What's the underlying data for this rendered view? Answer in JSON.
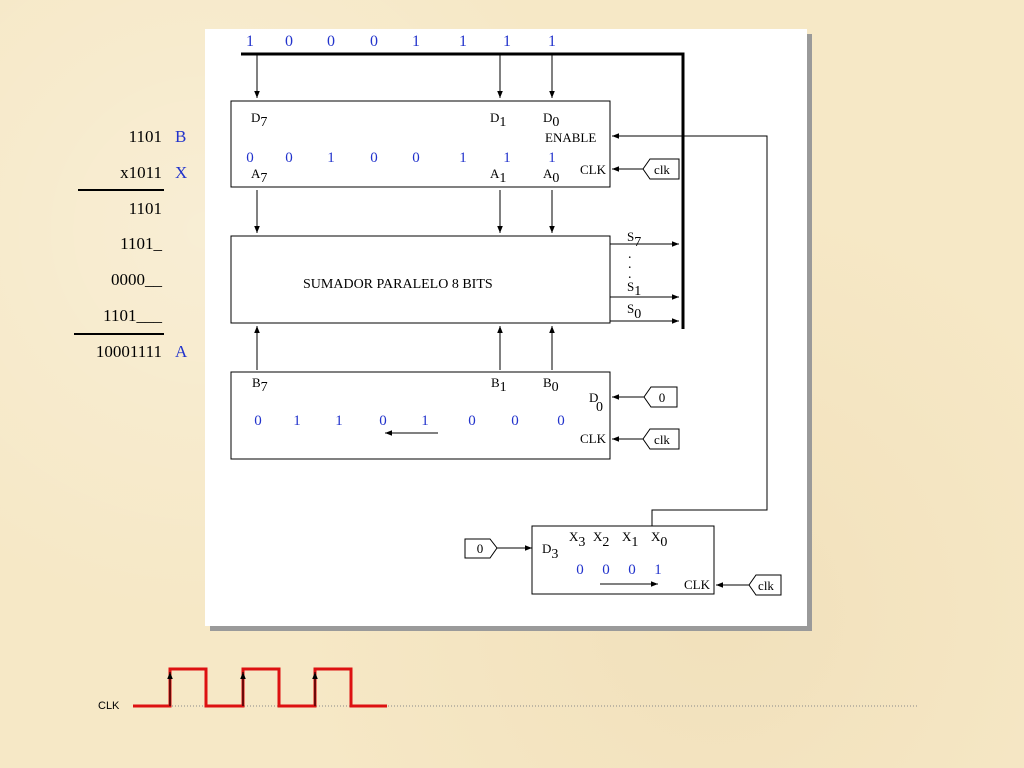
{
  "data_bus_bits": [
    "1",
    "0",
    "0",
    "0",
    "1",
    "1",
    "1",
    "1"
  ],
  "multiplication": {
    "b_value": "1101",
    "b_name": "B",
    "x_value": "x1011",
    "x_name": "X",
    "partial_1": "1101",
    "partial_2": "1101_",
    "partial_3": "0000__",
    "partial_4": "1101___",
    "result": "10001111",
    "result_name": "A"
  },
  "register_a": {
    "d7": "D",
    "d7_sub": "7",
    "d1": "D",
    "d1_sub": "1",
    "d0": "D",
    "d0_sub": "0",
    "a7": "A",
    "a7_sub": "7",
    "a1": "A",
    "a1_sub": "1",
    "a0": "A",
    "a0_sub": "0",
    "enable_label": "ENABLE",
    "clk_label": "CLK",
    "bits": [
      "0",
      "0",
      "1",
      "0",
      "0",
      "1",
      "1",
      "1"
    ]
  },
  "adder": {
    "label": "SUMADOR PARALELO 8 BITS",
    "s7": "S",
    "s7_sub": "7",
    "s1": "S",
    "s1_sub": "1",
    "s0": "S",
    "s0_sub": "0",
    "dots": ". . ."
  },
  "register_b": {
    "b7": "B",
    "b7_sub": "7",
    "b1": "B",
    "b1_sub": "1",
    "b0": "B",
    "b0_sub": "0",
    "d0": "D",
    "d0_sub": "0",
    "clk_label": "CLK",
    "bits": [
      "0",
      "1",
      "1",
      "0",
      "1",
      "0",
      "0",
      "0"
    ]
  },
  "register_x": {
    "x3": "X",
    "x3_sub": "3",
    "x2": "X",
    "x2_sub": "2",
    "x1": "X",
    "x1_sub": "1",
    "x0": "X",
    "x0_sub": "0",
    "d3": "D",
    "d3_sub": "3",
    "clk_label": "CLK",
    "bits": [
      "0",
      "0",
      "0",
      "1"
    ]
  },
  "inputs": {
    "clk": "clk",
    "zero": "0"
  },
  "timing": {
    "label": "CLK",
    "pulse_count": 3,
    "signal_color": "#dd1111"
  }
}
